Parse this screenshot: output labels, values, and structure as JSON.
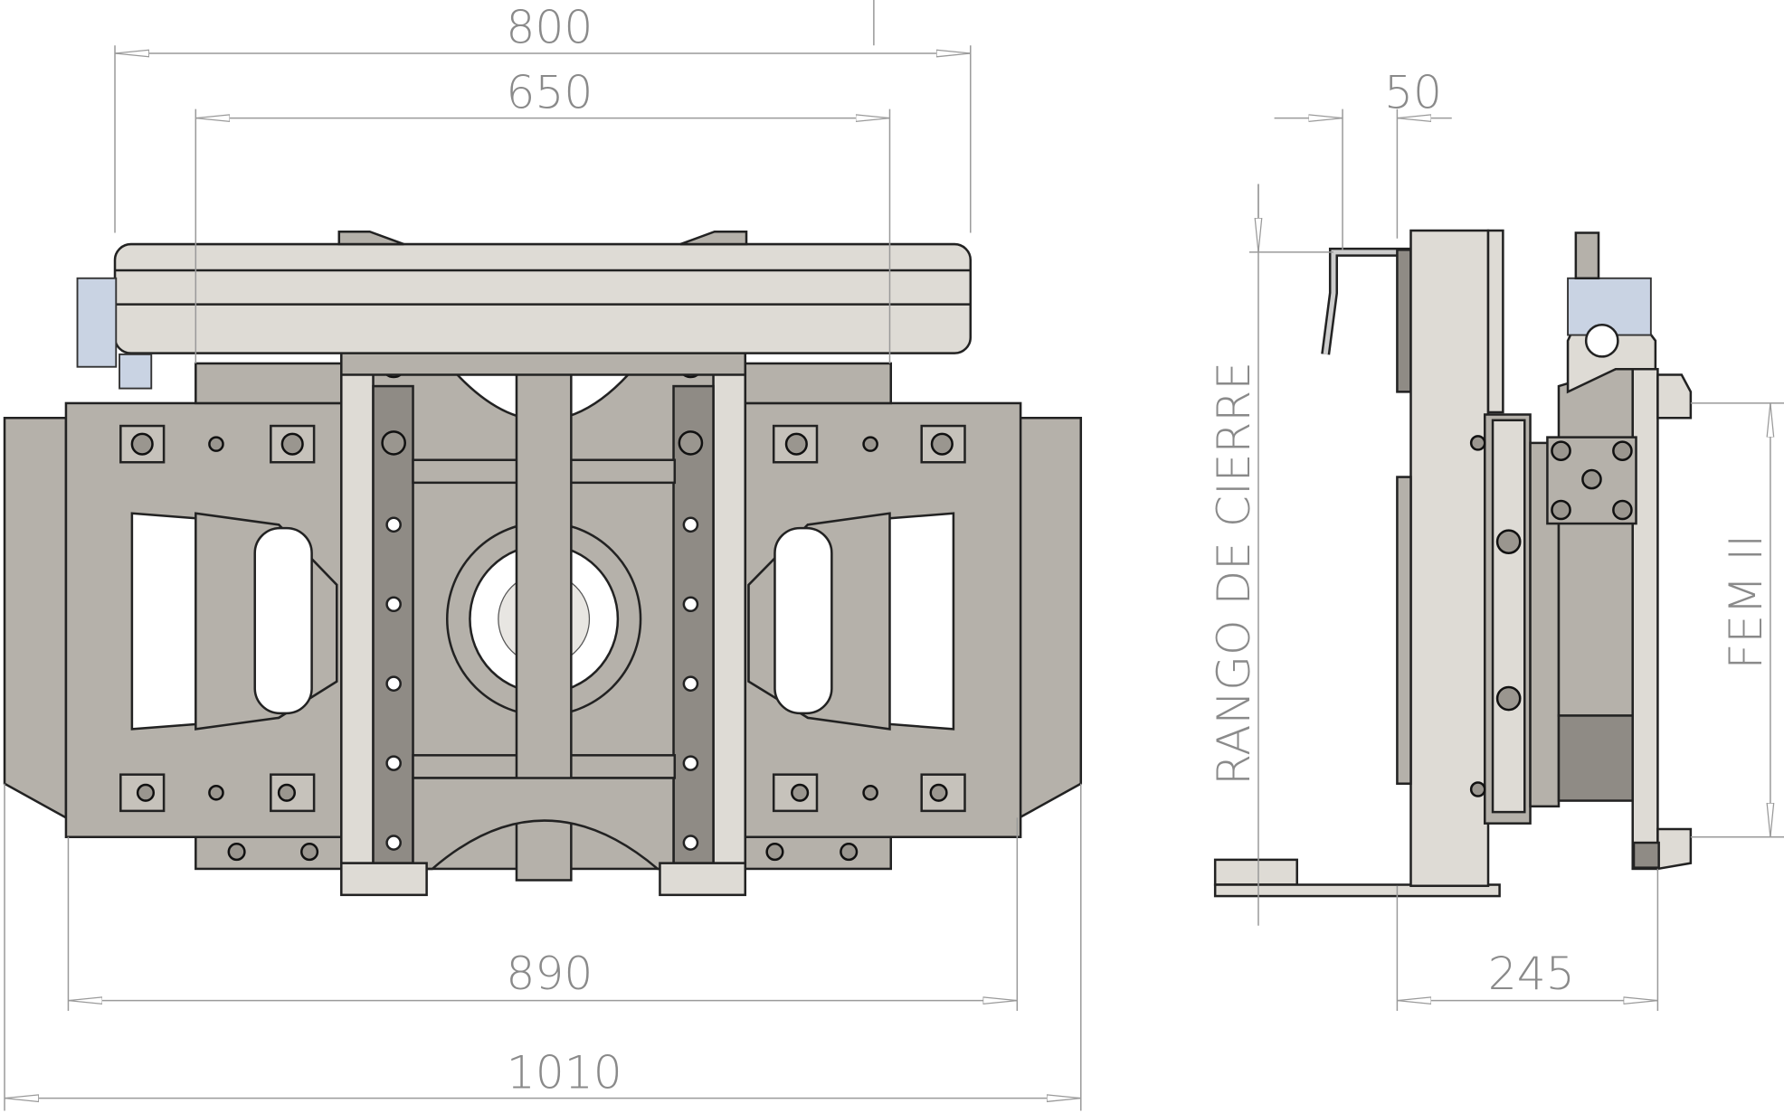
{
  "drawing": {
    "front_view": {
      "dimensions": {
        "top_overall": "800",
        "top_inner": "650",
        "bottom_inner": "890",
        "bottom_overall": "1010"
      }
    },
    "side_view": {
      "dimensions": {
        "top": "50",
        "bottom": "245",
        "vertical_left": "RANGO DE CIERRE",
        "vertical_right": "FEM II"
      }
    },
    "colors": {
      "body": "#b5b1aa",
      "light_parts": "#dedbd5",
      "dimension_lines": "#9a9a9a",
      "bracket": "#c9d3e3"
    }
  }
}
